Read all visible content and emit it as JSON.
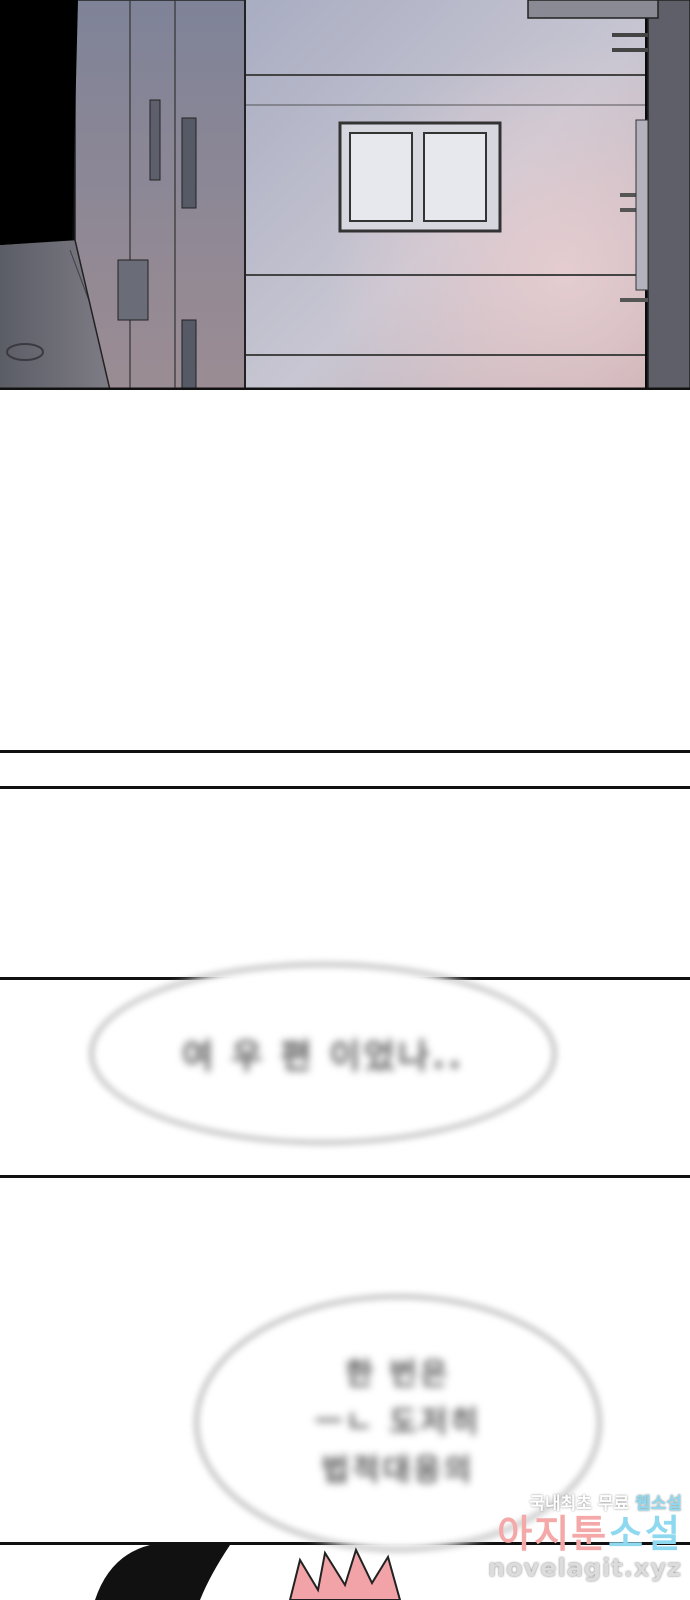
{
  "scenes": {
    "street": {
      "description_key": "night-apartment-alley"
    },
    "bubbles": [
      {
        "text": "여 우 편 이었나.."
      },
      {
        "lines": [
          "한 번은",
          "ㅡㄴ 도저히",
          "법적대응의"
        ]
      }
    ]
  },
  "watermark": {
    "line1_main": "국내최초 무료 ",
    "line1_accent": "웹소설",
    "line2_main": "아지툰",
    "line2_accent": "소설",
    "line3": "novelagit.xyz"
  },
  "colors": {
    "sky": "#0a0a0c",
    "wall": "#b9bccb",
    "glow": "#e4c9cc",
    "bubble_outline": "#9a9a9a",
    "watermark_pink": "#f4a8a8",
    "watermark_blue": "#8fd9f0",
    "hair_pink": "#f2a3a8"
  }
}
